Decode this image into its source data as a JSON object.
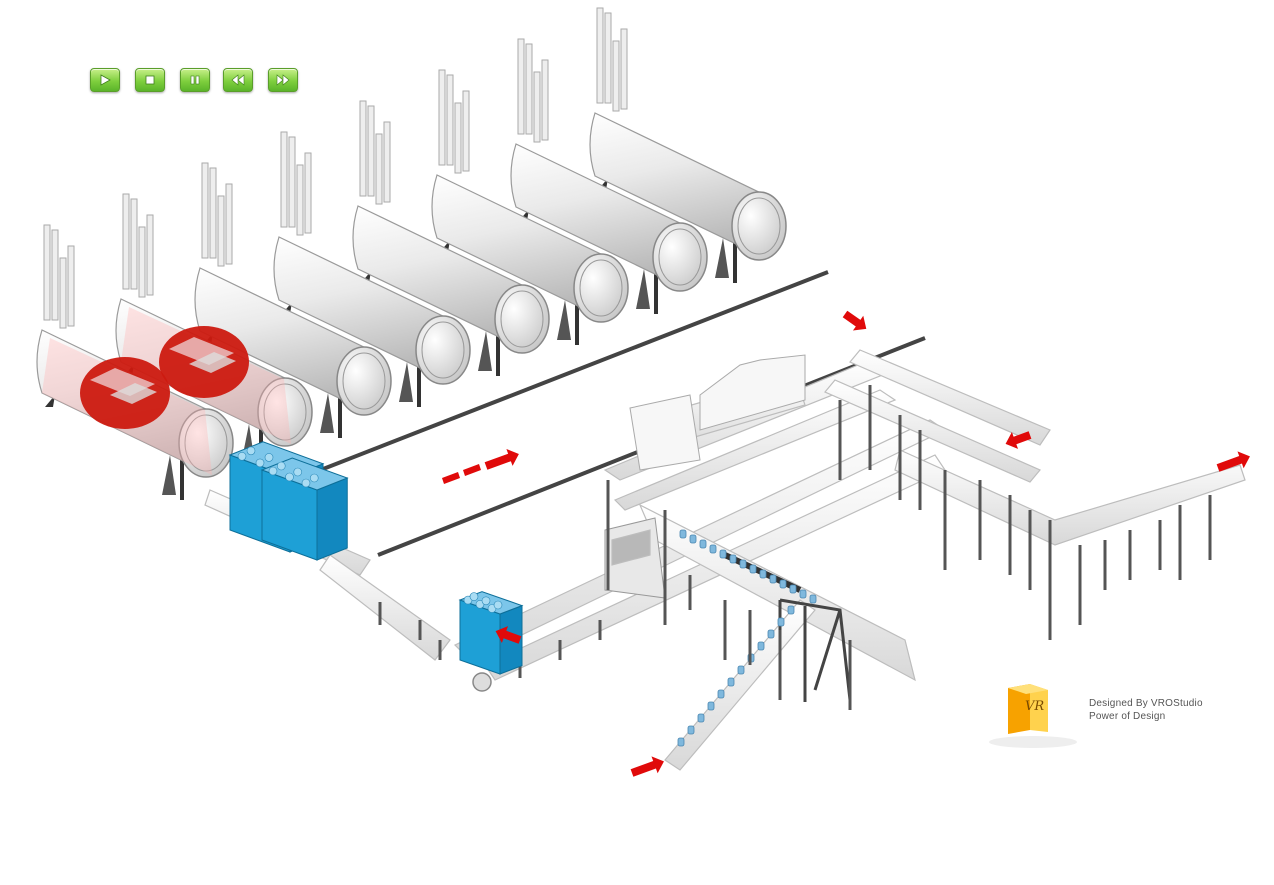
{
  "toolbar": {
    "buttons": [
      {
        "action": "play",
        "icon": "play-icon"
      },
      {
        "action": "stop",
        "icon": "stop-icon"
      },
      {
        "action": "pause",
        "icon": "pause-icon"
      },
      {
        "action": "rewind",
        "icon": "rewind-icon"
      },
      {
        "action": "fast-forward",
        "icon": "fast-forward-icon"
      }
    ]
  },
  "brand": {
    "designer": "Designed By VROStudio",
    "tagline": "Power of Design",
    "logo_icon": "vro-logo-icon"
  },
  "scene": {
    "tank_count": 8,
    "highlighted_tanks": [
      1,
      2
    ],
    "colors": {
      "arrow": "#e00a0a",
      "crate": "#1ea0d6",
      "highlight": "#cc1a10",
      "button_green": "#7fcf3e"
    }
  }
}
